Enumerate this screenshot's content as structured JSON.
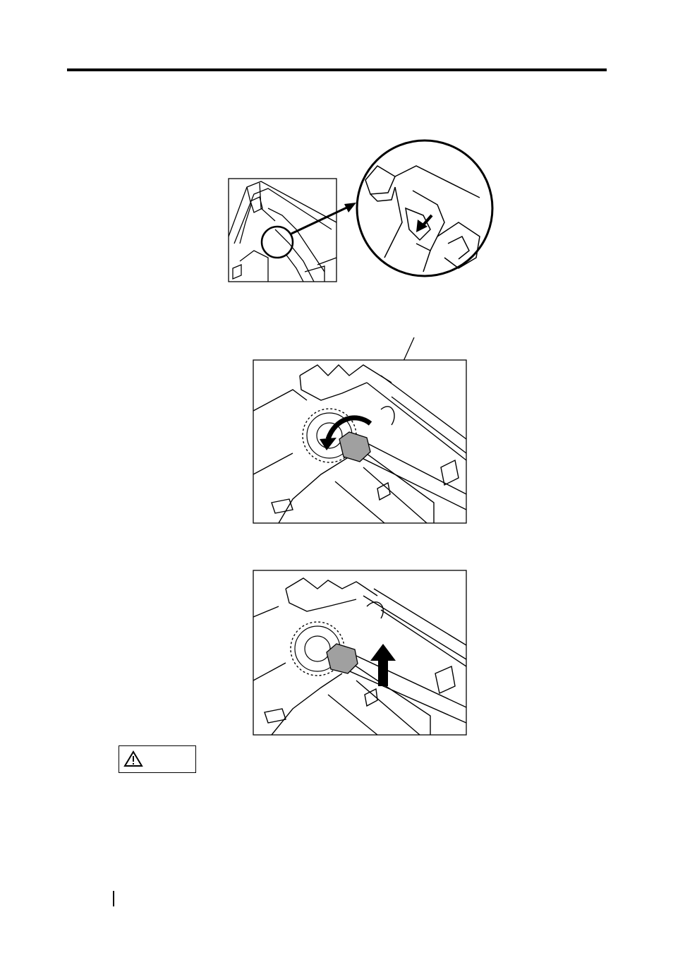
{
  "page": {
    "header_rule": true,
    "caution": {
      "icon": "warning-triangle-icon",
      "label": ""
    },
    "page_number": ""
  },
  "figures": [
    {
      "id": "detail-release-lever",
      "icon": "magnifier-callout-illustration"
    },
    {
      "id": "rotate-bushing",
      "icon": "rotate-arrow-illustration"
    },
    {
      "id": "lift-shaft",
      "icon": "up-arrow-illustration"
    }
  ]
}
